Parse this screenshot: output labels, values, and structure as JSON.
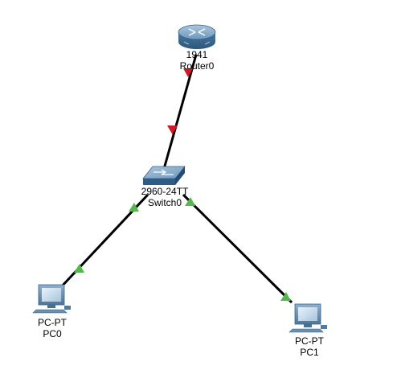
{
  "devices": [
    {
      "id": "router0",
      "kind": "router",
      "model": "1941",
      "name": "Router0",
      "icon": "router-icon"
    },
    {
      "id": "switch0",
      "kind": "switch",
      "model": "2960-24TT",
      "name": "Switch0",
      "icon": "switch-icon"
    },
    {
      "id": "pc0",
      "kind": "pc",
      "model": "PC-PT",
      "name": "PC0",
      "icon": "pc-icon"
    },
    {
      "id": "pc1",
      "kind": "pc",
      "model": "PC-PT",
      "name": "PC1",
      "icon": "pc-icon"
    }
  ],
  "links": [
    {
      "from": "router0",
      "to": "switch0",
      "status": "down",
      "color": "#d2192a"
    },
    {
      "from": "switch0",
      "to": "pc0",
      "status": "up",
      "color": "#55b84a"
    },
    {
      "from": "switch0",
      "to": "pc1",
      "status": "up",
      "color": "#55b84a"
    }
  ],
  "colors": {
    "background": "#ffffff",
    "cable": "#000000",
    "link_up": "#55b84a",
    "link_down": "#d2192a",
    "router_body": "#4f7da6",
    "switch_body": "#4f7da6",
    "pc_body": "#5a7f9e"
  }
}
